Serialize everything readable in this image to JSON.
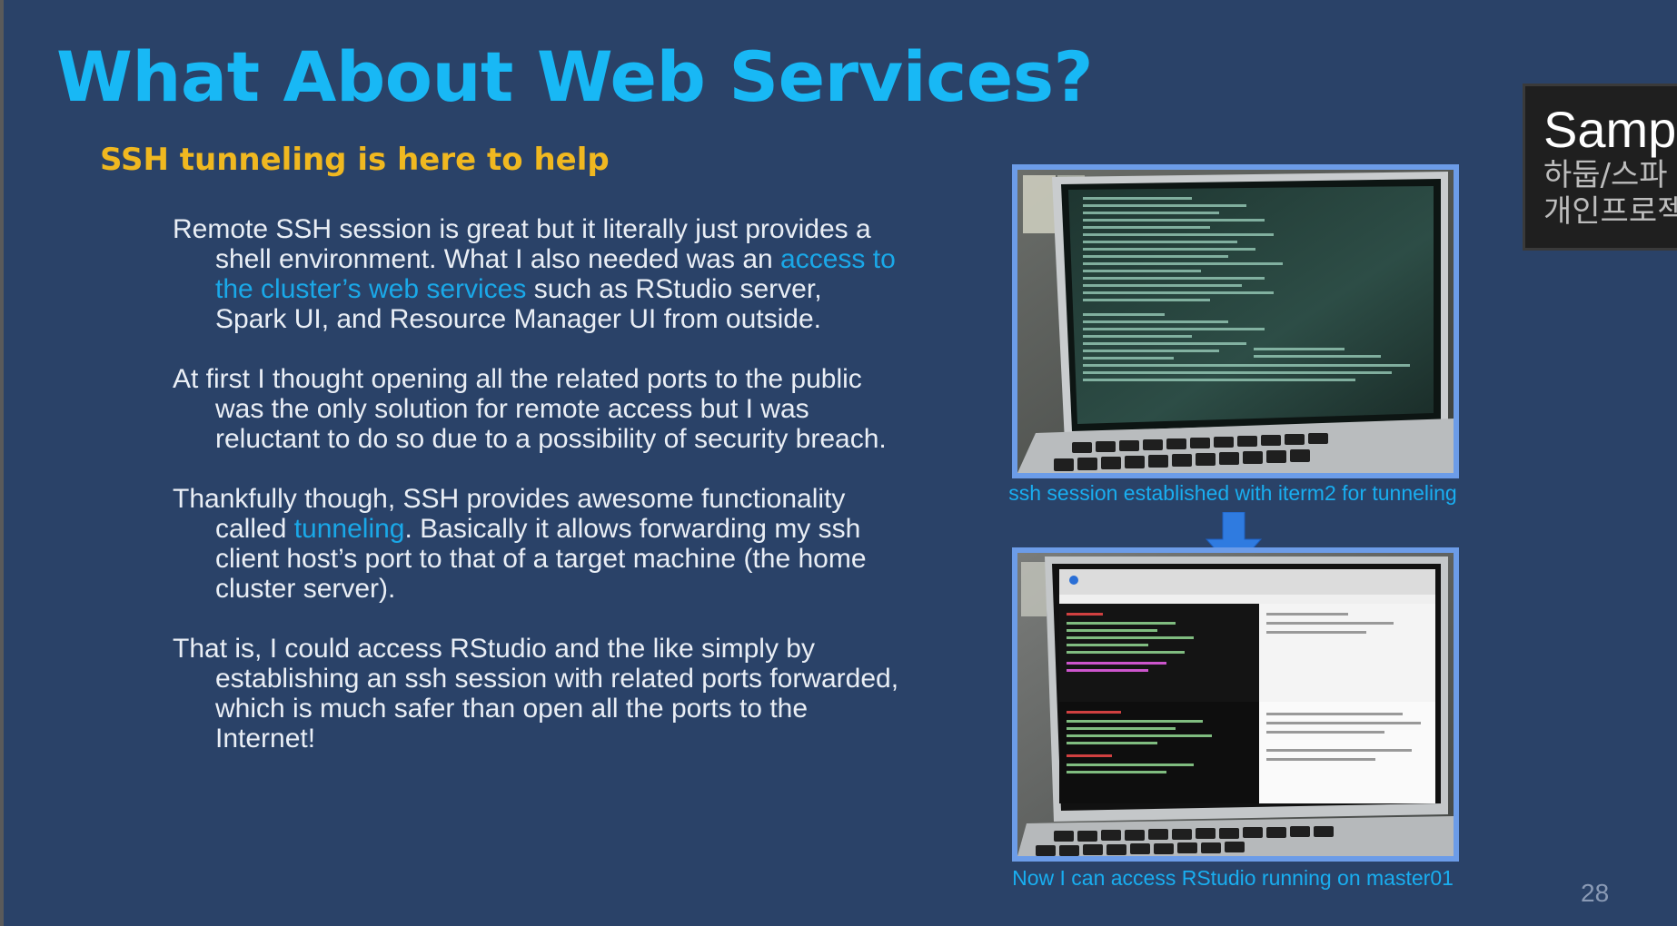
{
  "slide": {
    "title": "What About Web Services?",
    "subtitle": "SSH tunneling is here to help",
    "page_number": "28",
    "paragraphs": [
      {
        "before": "Remote SSH session is great but it literally just provides a shell environment. What I also needed was an ",
        "link": "access to the cluster’s web services",
        "after": " such as RStudio server, Spark UI, and Resource Manager UI from outside."
      },
      {
        "text": "At first I thought opening all the related ports to the public was the only solution for remote access but I was reluctant to do so due to a possibility of security breach."
      },
      {
        "before": "Thankfully though, SSH provides awesome functionality called ",
        "link": "tunneling",
        "after": ". Basically it allows forwarding my ssh client host’s port to that of a target machine (the home cluster server)."
      },
      {
        "text": "That is, I could access RStudio and the like simply by establishing an ssh session with related ports forwarded, which is much safer than open all the ports to the Internet!"
      }
    ],
    "images": [
      {
        "caption": "ssh session established with iterm2 for tunneling"
      },
      {
        "caption": "Now I can access RStudio running on master01"
      }
    ]
  },
  "overlay": {
    "title": "Samp",
    "line1": "하둡/스파",
    "line2": "개인프로젝"
  },
  "colors": {
    "background": "#2a4268",
    "title": "#18b8f5",
    "subtitle": "#f0b820",
    "body_text": "#e9eef5",
    "link": "#1aa8e8",
    "image_border": "#6c9ce8",
    "arrow": "#2f7be0"
  },
  "icons": [
    "arrow-down-icon"
  ]
}
